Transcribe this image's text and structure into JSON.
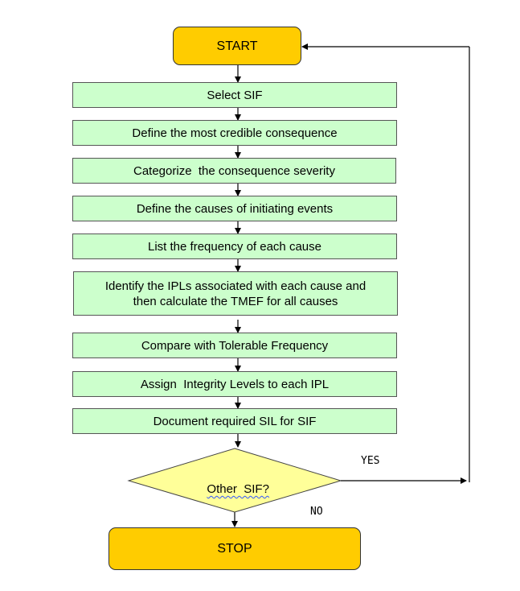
{
  "flowchart": {
    "start": "START",
    "steps": [
      "Select SIF",
      "Define the most credible consequence",
      "Categorize  the consequence severity",
      "Define the causes of initiating events",
      "List the frequency of each cause",
      "Identify the IPLs associated with each cause and then calculate the TMEF for all causes",
      "Compare with Tolerable Frequency",
      "Assign  Integrity Levels to each IPL",
      "Document required SIL for SIF"
    ],
    "decision": "Other  SIF?",
    "yes_label": "YES",
    "no_label": "NO",
    "stop": "STOP"
  },
  "colors": {
    "step_fill": "#ccffcc",
    "terminal_fill": "#ffcc00",
    "decision_fill": "#ffff99"
  }
}
